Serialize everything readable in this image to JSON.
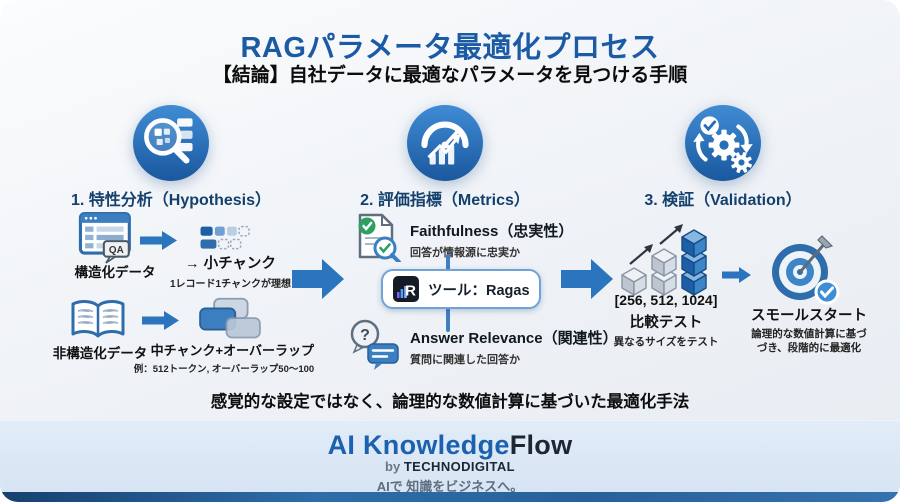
{
  "header": {
    "title": "RAGパラメータ最適化プロセス",
    "subtitle": "【結論】自社データに最適なパラメータを見つける手順"
  },
  "steps": {
    "s1": {
      "label": "1. 特性分析（Hypothesis）"
    },
    "s2": {
      "label": "2. 評価指標（Metrics）"
    },
    "s3": {
      "label": "3. 検証（Validation）"
    }
  },
  "hypothesis": {
    "structured": {
      "label": "構造化データ",
      "badge": "QA",
      "result_title": "→ 小チャンク",
      "result_note": "1レコード1チャンクが理想"
    },
    "unstructured": {
      "label": "非構造化データ",
      "result_title": "→ 中チャンク+オーバーラップ",
      "result_note": "例：512トークン, オーバーラップ50～100"
    }
  },
  "metrics": {
    "faithfulness": {
      "title": "Faithfulness（忠実性）",
      "note": "回答が情報源に忠実か"
    },
    "tool": {
      "label": "ツール：Ragas",
      "logo_letter": "R"
    },
    "relevance": {
      "glyph": "?",
      "title": "Answer Relevance（関連性）",
      "note": "質問に関連した回答か"
    }
  },
  "validation": {
    "sizes": "[256, 512, 1024]",
    "compare_title": "比較テスト",
    "compare_note": "異なるサイズをテスト",
    "start_title": "スモールスタート",
    "start_note_line1": "論理的な数値計算に基づ",
    "start_note_line2": "づき、段階的に最適化"
  },
  "tagline": "感覚的な設定ではなく、論理的な数値計算に基づいた最適化手法",
  "footer": {
    "brand_primary": "AI Knowledge",
    "brand_secondary": "Flow",
    "byline_prefix": "by ",
    "byline_company": "TECHNODIGITAL",
    "slogan": "AIで 知識をビジネスへ。"
  },
  "colors": {
    "accent_blue": "#1b5ba6",
    "step_circle_top": "#3f8cd4",
    "step_circle_bottom": "#1a579e",
    "arrow_blue": "#2b74be",
    "footer_band": "#dce8f5",
    "footer_bar_left": "#16406f",
    "footer_bar_right": "#3672af"
  },
  "icons": {
    "step1": "magnifier-data-icon",
    "step2": "gauge-growth-icon",
    "step3": "gears-sync-check-icon",
    "structured": "qa-table-window-icon",
    "chunks": "chunk-grid-icon",
    "unstructured": "open-book-icon",
    "overlap": "overlap-chunks-icon",
    "faithfulness": "document-check-magnifier-icon",
    "ragas": "ragas-logo-icon",
    "relevance": "question-chat-bubbles-icon",
    "compare": "stacked-cubes-growth-icon",
    "small_start": "target-dart-check-icon",
    "flow": "block-arrow-right-icon"
  }
}
